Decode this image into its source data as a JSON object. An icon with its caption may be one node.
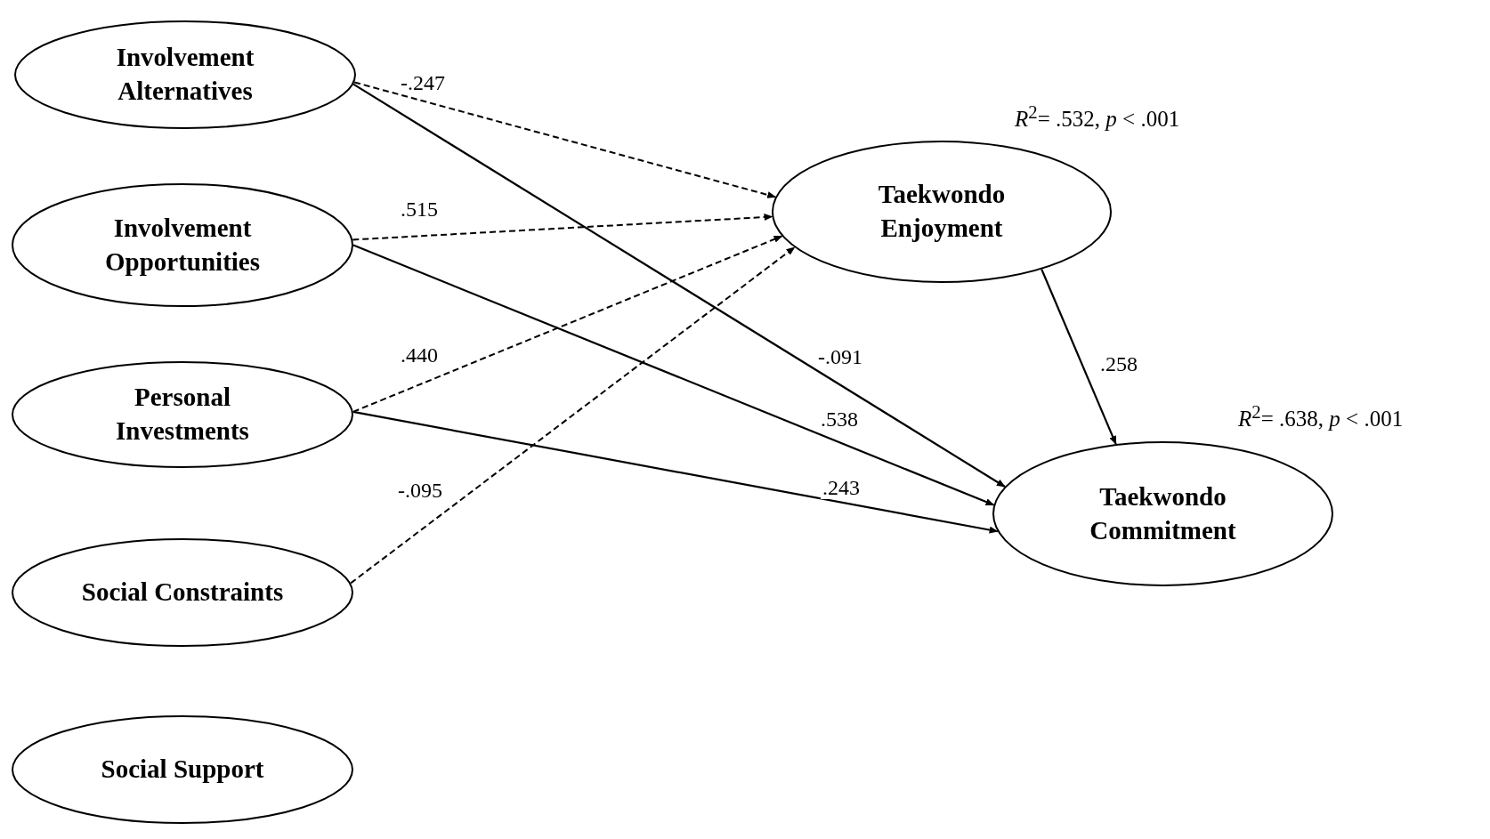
{
  "diagram": {
    "nodes": [
      {
        "text": [
          "Involvement Alternatives"
        ]
      },
      {
        "text": [
          "Involvement Opportunities"
        ]
      },
      {
        "text": [
          "Personal Investments"
        ]
      },
      {
        "text": [
          "Social Constraints"
        ]
      },
      {
        "text": [
          "Social Support"
        ]
      },
      {
        "text": [
          "Taekwondo Enjoyment"
        ],
        "beside": [
          "*R*$^{2}$= .532, *p* < .001"
        ]
      },
      {
        "text": [
          "Taekwondo Commitment"
        ],
        "beside": [
          "*R*$^{2}$= .638, *p* < .001"
        ]
      }
    ],
    "edges": [
      {
        "from": 0,
        "to": 5,
        "arrow": "to",
        "label": "-.247",
        "style": "dashed"
      },
      {
        "from": 1,
        "to": 5,
        "arrow": "to",
        "label": ".515",
        "style": "dashed"
      },
      {
        "from": 2,
        "to": 5,
        "arrow": "to",
        "label": ".440",
        "style": "dashed"
      },
      {
        "from": 3,
        "to": 5,
        "arrow": "to",
        "label": "-.095",
        "style": "dashed"
      },
      {
        "from": 0,
        "to": 6,
        "arrow": "to",
        "label": "-.091"
      },
      {
        "from": 1,
        "to": 6,
        "arrow": "to",
        "label": ".538"
      },
      {
        "from": 2,
        "to": 6,
        "arrow": "to",
        "label": ".243"
      },
      {
        "from": 5,
        "to": 6,
        "arrow": "to",
        "label": ".258"
      }
    ]
  }
}
